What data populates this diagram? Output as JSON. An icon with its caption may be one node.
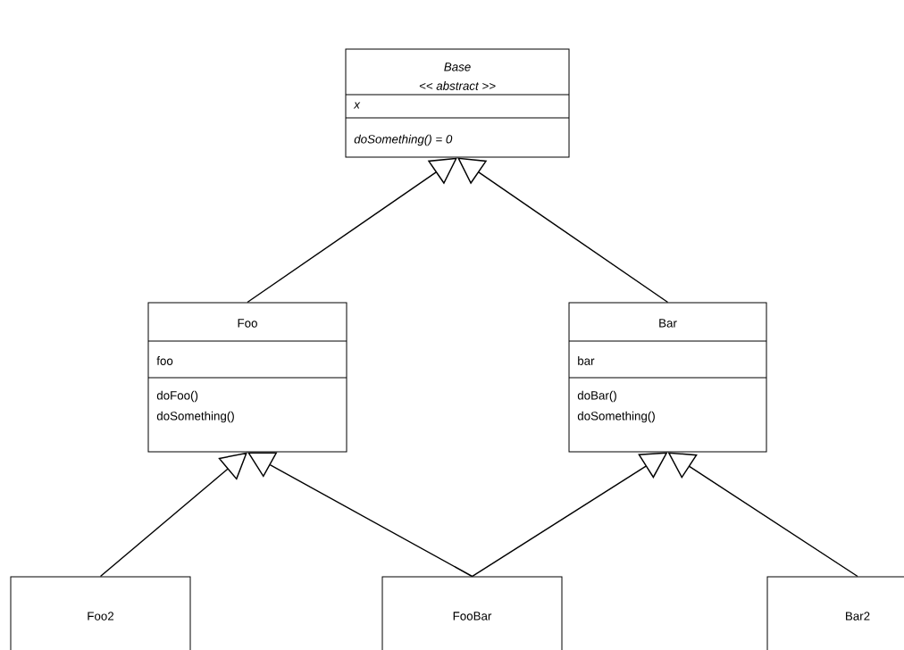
{
  "diagram": {
    "nodes": [
      {
        "text": [
          "Base",
          "<< abstract >>",
          "x",
          "doSomething() = 0"
        ]
      },
      {
        "text": [
          "Foo",
          "foo",
          "doFoo()",
          "doSomething()"
        ]
      },
      {
        "text": [
          "Bar",
          "bar",
          "doBar()",
          "doSomething()"
        ]
      },
      {
        "text": [
          "Foo2"
        ]
      },
      {
        "text": [
          "FooBar"
        ]
      },
      {
        "text": [
          "Bar2"
        ]
      }
    ],
    "edges": [
      {
        "from": 1,
        "to": 0,
        "arrow": "to"
      },
      {
        "from": 2,
        "to": 0,
        "arrow": "to"
      },
      {
        "from": 3,
        "to": 1,
        "arrow": "to"
      },
      {
        "from": 4,
        "to": 1,
        "arrow": "to"
      },
      {
        "from": 4,
        "to": 2,
        "arrow": "to"
      },
      {
        "from": 5,
        "to": 2,
        "arrow": "to"
      }
    ]
  }
}
